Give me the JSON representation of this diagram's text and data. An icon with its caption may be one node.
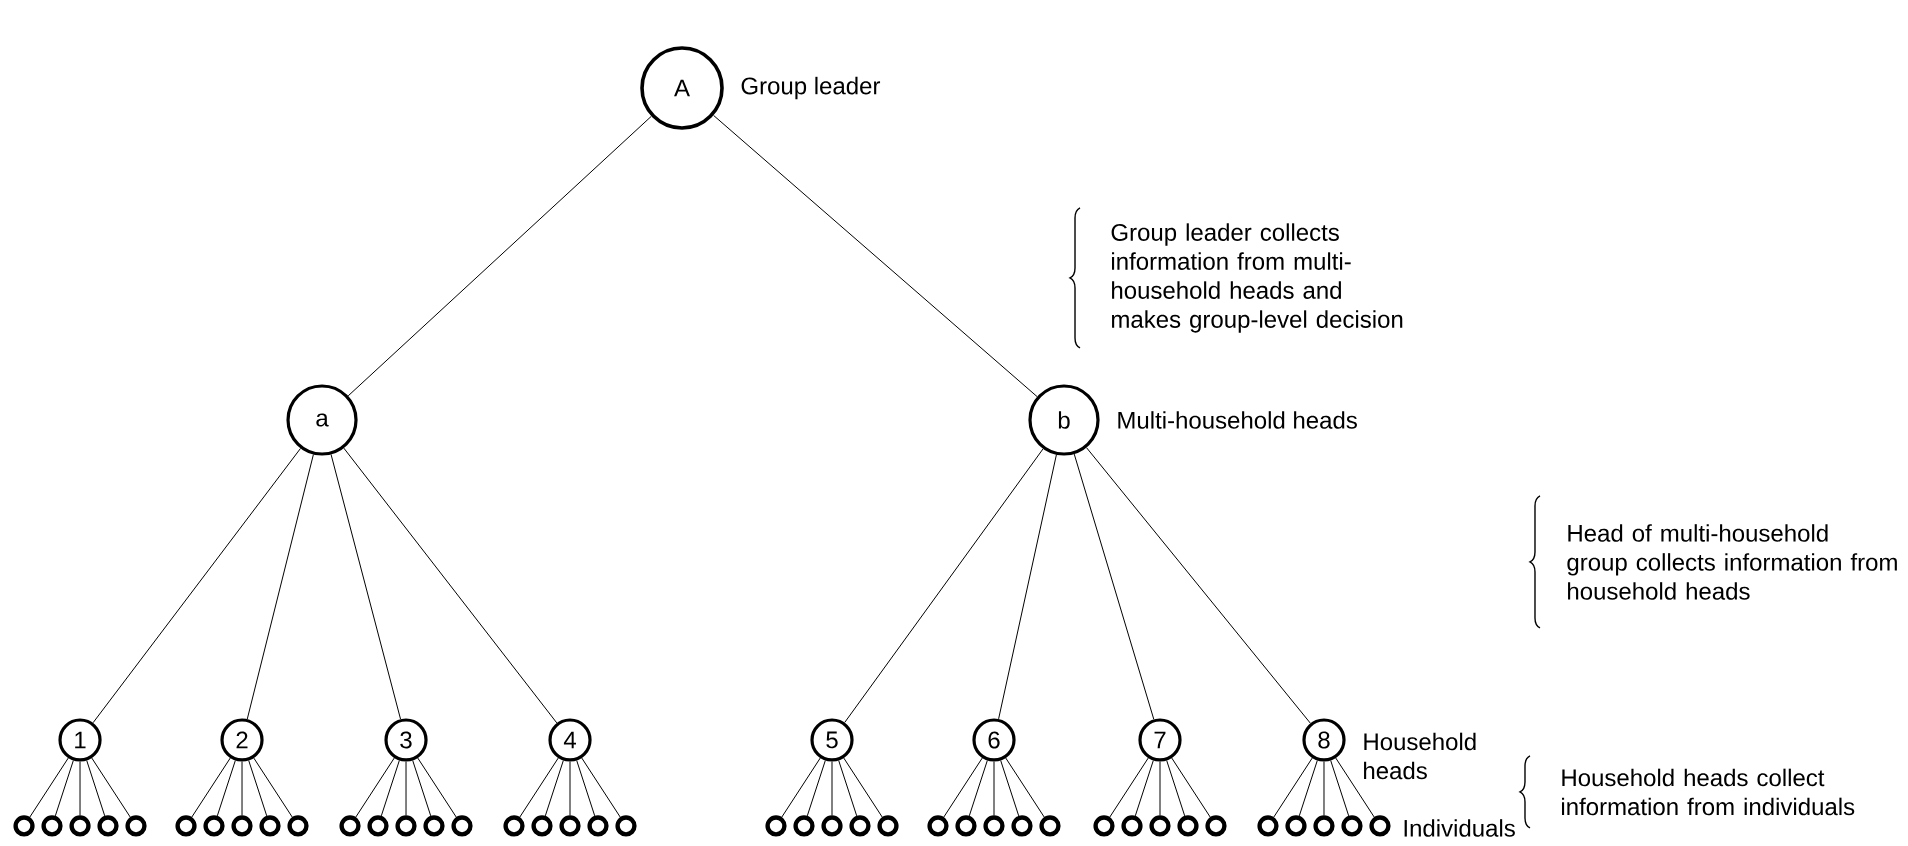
{
  "diagram": {
    "nodes": [
      {
        "text": [
          "A"
        ],
        "beside": [
          "Group leader"
        ]
      },
      {
        "text": [
          "a"
        ]
      },
      {
        "text": [
          "b"
        ],
        "beside": [
          "Multi-household heads"
        ]
      },
      {
        "text": [
          "1"
        ]
      },
      {
        "text": [
          "2"
        ]
      },
      {
        "text": [
          "3"
        ]
      },
      {
        "text": [
          "4"
        ]
      },
      {
        "text": [
          "5"
        ]
      },
      {
        "text": [
          "6"
        ]
      },
      {
        "text": [
          "7"
        ]
      },
      {
        "text": [
          "8"
        ],
        "beside": [
          "Household heads"
        ]
      },
      {
        "text": [],
        "shape": "circle"
      },
      {
        "text": [],
        "shape": "circle"
      },
      {
        "text": [],
        "shape": "circle"
      },
      {
        "text": [],
        "shape": "circle"
      },
      {
        "text": [],
        "shape": "circle"
      },
      {
        "text": [],
        "shape": "circle"
      },
      {
        "text": [],
        "shape": "circle"
      },
      {
        "text": [],
        "shape": "circle"
      },
      {
        "text": [],
        "shape": "circle"
      },
      {
        "text": [],
        "shape": "circle"
      },
      {
        "text": [],
        "shape": "circle"
      },
      {
        "text": [],
        "shape": "circle"
      },
      {
        "text": [],
        "shape": "circle"
      },
      {
        "text": [],
        "shape": "circle"
      },
      {
        "text": [],
        "shape": "circle"
      },
      {
        "text": [],
        "shape": "circle"
      },
      {
        "text": [],
        "shape": "circle"
      },
      {
        "text": [],
        "shape": "circle"
      },
      {
        "text": [],
        "shape": "circle"
      },
      {
        "text": [],
        "shape": "circle"
      },
      {
        "text": [],
        "shape": "circle"
      },
      {
        "text": [],
        "shape": "circle"
      },
      {
        "text": [],
        "shape": "circle"
      },
      {
        "text": [],
        "shape": "circle"
      },
      {
        "text": [],
        "shape": "circle"
      },
      {
        "text": [],
        "shape": "circle"
      },
      {
        "text": [],
        "shape": "circle"
      },
      {
        "text": [],
        "shape": "circle"
      },
      {
        "text": [],
        "shape": "circle"
      },
      {
        "text": [],
        "shape": "circle"
      },
      {
        "text": [],
        "shape": "circle"
      },
      {
        "text": [],
        "shape": "circle"
      },
      {
        "text": [],
        "shape": "circle"
      },
      {
        "text": [],
        "shape": "circle"
      },
      {
        "text": [],
        "shape": "circle"
      },
      {
        "text": [],
        "shape": "circle"
      },
      {
        "text": [],
        "shape": "circle"
      },
      {
        "text": [],
        "shape": "circle"
      },
      {
        "text": [],
        "shape": "circle"
      },
      {
        "text": [],
        "shape": "circle"
      }
    ],
    "edges": [
      {
        "from": 0,
        "to": 1,
        "arrow": "none"
      },
      {
        "from": 0,
        "to": 2,
        "arrow": "none"
      },
      {
        "from": 1,
        "to": 3,
        "arrow": "none"
      },
      {
        "from": 1,
        "to": 4,
        "arrow": "none"
      },
      {
        "from": 1,
        "to": 5,
        "arrow": "none"
      },
      {
        "from": 1,
        "to": 6,
        "arrow": "none"
      },
      {
        "from": 2,
        "to": 7,
        "arrow": "none"
      },
      {
        "from": 2,
        "to": 8,
        "arrow": "none"
      },
      {
        "from": 2,
        "to": 9,
        "arrow": "none"
      },
      {
        "from": 2,
        "to": 10,
        "arrow": "none"
      },
      {
        "from": 3,
        "to": 11,
        "arrow": "none"
      },
      {
        "from": 3,
        "to": 12,
        "arrow": "none"
      },
      {
        "from": 3,
        "to": 13,
        "arrow": "none"
      },
      {
        "from": 3,
        "to": 14,
        "arrow": "none"
      },
      {
        "from": 3,
        "to": 15,
        "arrow": "none"
      },
      {
        "from": 4,
        "to": 16,
        "arrow": "none"
      },
      {
        "from": 4,
        "to": 17,
        "arrow": "none"
      },
      {
        "from": 4,
        "to": 18,
        "arrow": "none"
      },
      {
        "from": 4,
        "to": 19,
        "arrow": "none"
      },
      {
        "from": 4,
        "to": 20,
        "arrow": "none"
      },
      {
        "from": 5,
        "to": 21,
        "arrow": "none"
      },
      {
        "from": 5,
        "to": 22,
        "arrow": "none"
      },
      {
        "from": 5,
        "to": 23,
        "arrow": "none"
      },
      {
        "from": 5,
        "to": 24,
        "arrow": "none"
      },
      {
        "from": 5,
        "to": 25,
        "arrow": "none"
      },
      {
        "from": 6,
        "to": 26,
        "arrow": "none"
      },
      {
        "from": 6,
        "to": 27,
        "arrow": "none"
      },
      {
        "from": 6,
        "to": 28,
        "arrow": "none"
      },
      {
        "from": 6,
        "to": 29,
        "arrow": "none"
      },
      {
        "from": 6,
        "to": 30,
        "arrow": "none"
      },
      {
        "from": 7,
        "to": 31,
        "arrow": "none"
      },
      {
        "from": 7,
        "to": 32,
        "arrow": "none"
      },
      {
        "from": 7,
        "to": 33,
        "arrow": "none"
      },
      {
        "from": 7,
        "to": 34,
        "arrow": "none"
      },
      {
        "from": 7,
        "to": 35,
        "arrow": "none"
      },
      {
        "from": 8,
        "to": 36,
        "arrow": "none"
      },
      {
        "from": 8,
        "to": 37,
        "arrow": "none"
      },
      {
        "from": 8,
        "to": 38,
        "arrow": "none"
      },
      {
        "from": 8,
        "to": 39,
        "arrow": "none"
      },
      {
        "from": 8,
        "to": 40,
        "arrow": "none"
      },
      {
        "from": 9,
        "to": 41,
        "arrow": "none"
      },
      {
        "from": 9,
        "to": 42,
        "arrow": "none"
      },
      {
        "from": 9,
        "to": 43,
        "arrow": "none"
      },
      {
        "from": 9,
        "to": 44,
        "arrow": "none"
      },
      {
        "from": 9,
        "to": 45,
        "arrow": "none"
      },
      {
        "from": 10,
        "to": 46,
        "arrow": "none"
      },
      {
        "from": 10,
        "to": 47,
        "arrow": "none"
      },
      {
        "from": 10,
        "to": 48,
        "arrow": "none"
      },
      {
        "from": 10,
        "to": 49,
        "arrow": "none"
      },
      {
        "from": 10,
        "to": 50,
        "arrow": "none"
      }
    ],
    "labels": [
      "Group leader collects information from multi-household heads and makes group-level decision",
      "Head of multi-household group collects information from household heads",
      "Household heads collect information from individuals",
      "Individuals"
    ]
  }
}
